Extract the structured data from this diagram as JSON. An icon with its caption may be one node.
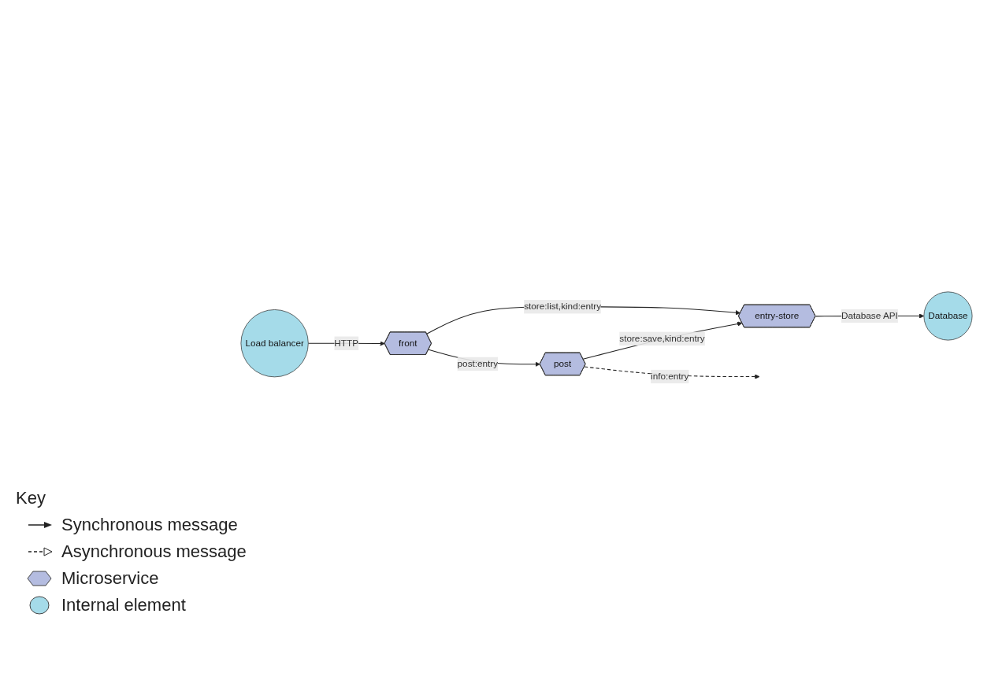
{
  "diagram": {
    "nodes": [
      {
        "text": [
          "Database"
        ]
      },
      {
        "text": [
          "entry-store"
        ]
      },
      {
        "text": [
          "Load balancer"
        ]
      },
      {
        "text": [
          "front"
        ]
      },
      {
        "text": [
          "post"
        ]
      }
    ],
    "edges": [
      {
        "from": 2,
        "to": 3,
        "arrow": "to",
        "label": "HTTP"
      },
      {
        "from": 3,
        "to": 1,
        "arrow": "to",
        "label": "store:list,kind:entry"
      },
      {
        "from": 1,
        "to": 0,
        "arrow": "to",
        "label": "Database API"
      },
      {
        "from": 3,
        "to": 4,
        "arrow": "to",
        "label": "post:entry"
      },
      {
        "from": 4,
        "to": 1,
        "arrow": "to",
        "label": "store:save,kind:entry"
      },
      {
        "from": 4,
        "to": null,
        "arrow": "to",
        "label": "info:entry",
        "style": "dashed"
      }
    ],
    "labels": [
      "Key"
    ],
    "legend": [
      {
        "text": "Synchronous message"
      },
      {
        "text": "Asynchronous message"
      },
      {
        "text": "Microservice"
      },
      {
        "text": "Internal element"
      }
    ]
  }
}
